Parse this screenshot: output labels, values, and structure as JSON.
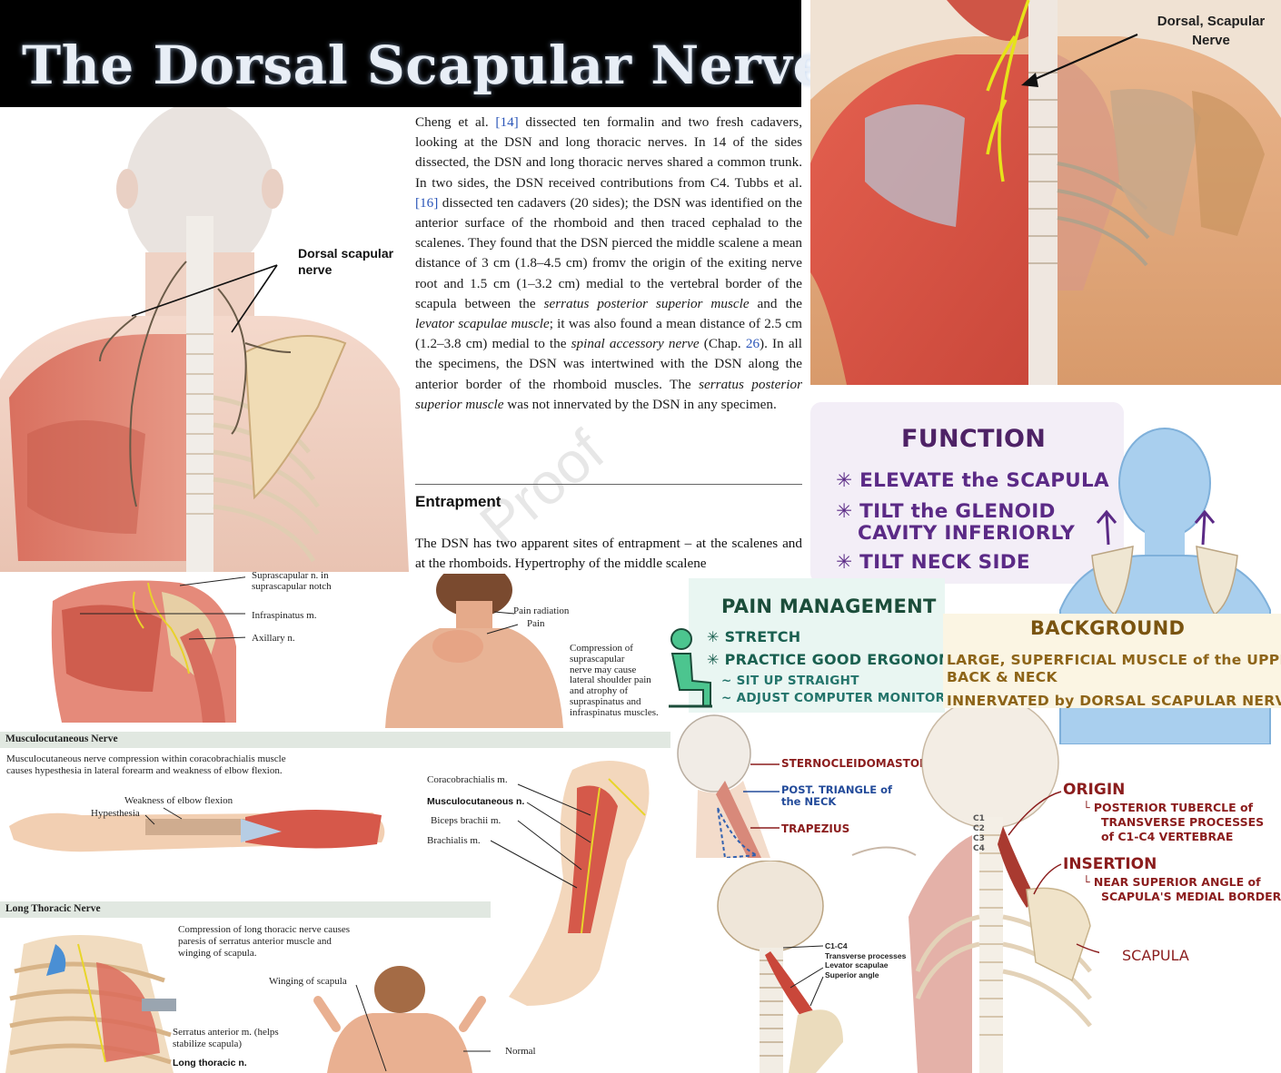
{
  "title": "The Dorsal Scapular Nerve",
  "top_illustration": {
    "label_line1": "Dorsal scapular",
    "label_line2": "nerve"
  },
  "muscle_illustration": {
    "label_line1": "Dorsal, Scapular",
    "label_line2": "Nerve"
  },
  "article": {
    "p1_a": "Cheng et al. ",
    "ref14": "[14]",
    "p1_b": " dissected ten formalin and two fresh cadavers, looking at the DSN and long thoracic nerves. In 14 of the sides dissected, the DSN and long thoracic nerves shared a common trunk. In two sides, the DSN received contributions from C4. Tubbs et al. ",
    "ref16": "[16]",
    "p1_c": " dissected ten cadavers (20 sides); the DSN was identified on the anterior surface of the rhomboid and then traced cephalad to the scalenes. They found that the DSN pierced the middle scalene a mean distance of 3 cm (1.8–4.5 cm) fromv the origin of the exiting nerve root and 1.5 cm (1–3.2 cm) medial to the vertebral border of the scapula between the ",
    "em1": "serratus posterior superior muscle",
    "p1_d": " and the ",
    "em2": "levator scapulae muscle",
    "p1_e": "; it was also found a mean distance of 2.5 cm (1.2–3.8 cm) medial to the ",
    "em3": "spinal accessory nerve",
    "p1_f": " (Chap. ",
    "ref26": "26",
    "p1_g": "). In all the specimens, the DSN was intertwined with the DSN along the anterior border of the rhomboid muscles. The ",
    "em4": "serratus posterior superior muscle",
    "p1_h": " was not innervated by the DSN in any specimen.",
    "heading": "Entrapment",
    "p2": "The DSN has two apparent sites of entrapment – at the scalenes and at the rhomboids. Hypertrophy of the middle scalene",
    "watermark": "Proof"
  },
  "shoulder_panel": {
    "labels": [
      "Suprascapular n. in",
      "suprascapular notch",
      "Infraspinatus m.",
      "Axillary n."
    ]
  },
  "back_panel": {
    "pain_radiation": "Pain radiation",
    "pain": "Pain",
    "caption": [
      "Compression of",
      "suprascapular",
      "nerve may cause",
      "lateral shoulder pain",
      "and atrophy of",
      "supraspinatus and",
      "infraspinatus muscles."
    ]
  },
  "musculo_panel": {
    "strip": "Musculocutaneous Nerve",
    "caption_1": "Musculocutaneous nerve compression within coracobrachialis muscle",
    "caption_2": "causes hypesthesia in lateral forearm and weakness of elbow flexion.",
    "weakness": "Weakness of elbow flexion",
    "hypesthesia": "Hypesthesia",
    "arm_labels": [
      "Coracobrachialis m.",
      "Musculocutaneous n.",
      "Biceps brachii m.",
      "Brachialis m."
    ]
  },
  "long_thoracic_panel": {
    "strip": "Long Thoracic Nerve",
    "caption": [
      "Compression of long thoracic nerve causes",
      "paresis of serratus anterior muscle and",
      "winging of scapula."
    ],
    "winging": "Winging of scapula",
    "serratus_1": "Serratus anterior m. (helps",
    "serratus_2": "stabilize scapula)",
    "long_thoracic": "Long thoracic n.",
    "normal": "Normal"
  },
  "function_card": {
    "title": "FUNCTION",
    "items": [
      "ELEVATE the SCAPULA",
      "TILT the GLENOID",
      "CAVITY INFERIORLY",
      "TILT NECK SIDE"
    ],
    "bullet": "✳",
    "colors": {
      "ink": "#5b2a86",
      "card": "#f3eef7",
      "figure": "#a9cfee"
    }
  },
  "pain_card": {
    "title": "PAIN MANAGEMENT",
    "items": [
      "STRETCH",
      "PRACTICE GOOD ERGONOMICS"
    ],
    "subitems": [
      "SIT UP STRAIGHT",
      "ADJUST COMPUTER MONITORS"
    ],
    "bullet": "✳",
    "sub_bullet": "~",
    "colors": {
      "ink": "#1a6050",
      "figure": "#4cc58f"
    }
  },
  "background_card": {
    "title": "BACKGROUND",
    "lines": [
      "LARGE, SUPERFICIAL MUSCLE of the UPPER",
      "BACK & NECK",
      "INNERVATED by DORSAL SCAPULAR NERVE"
    ],
    "colors": {
      "ink": "#8d6418",
      "card": "#fbf5e3"
    }
  },
  "neck_diagram": {
    "sternocleidomastoid": "STERNOCLEIDOMASTOID",
    "post_triangle_1": "POST. TRIANGLE of",
    "post_triangle_2": "the NECK",
    "trapezius": "TRAPEZIUS"
  },
  "spine_diagram": {
    "origin": "ORIGIN",
    "origin_1": "POSTERIOR TUBERCLE of",
    "origin_2": "TRANSVERSE PROCESSES",
    "origin_3": "of C1-C4 VERTEBRAE",
    "insertion": "INSERTION",
    "insertion_1": "NEAR SUPERIOR ANGLE of",
    "insertion_2": "SCAPULA'S MEDIAL BORDER",
    "scapula": "SCAPULA",
    "vertebrae": [
      "C1",
      "C2",
      "C3",
      "C4"
    ],
    "sub_arrow": "└"
  },
  "levator_diagram": {
    "labels": [
      "C1-C4",
      "Transverse processes",
      "Levator scapulae",
      "Superior angle"
    ]
  }
}
